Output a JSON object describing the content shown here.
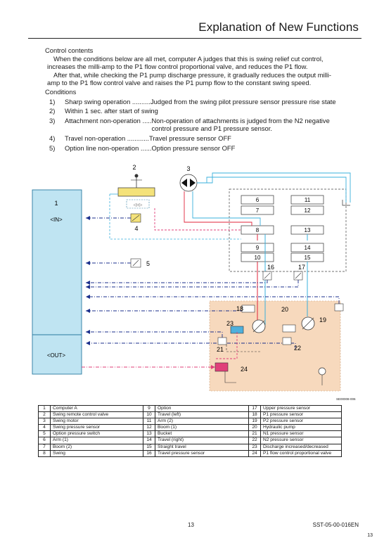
{
  "header": {
    "title": "Explanation of New Functions"
  },
  "control": {
    "heading": "Control contents",
    "para1_l1": "When the conditions below are all met, computer A judges that this is swing relief cut control,",
    "para1_l2": "increases the milli-amp to the P1 flow control proportional valve, and reduces the P1 flow.",
    "para2_l1": "After that, while checking the P1 pump discharge pressure, it gradually reduces the output milli-",
    "para2_l2": "amp to the P1 flow control valve and raises the P1 pump flow to the constant swing speed."
  },
  "conditions": {
    "heading": "Conditions",
    "items": [
      {
        "num": "1)",
        "name": "Sharp swing operation .......... ",
        "desc": "Judged from the swing pilot pressure sensor pressure rise state",
        "desc2": ""
      },
      {
        "num": "2)",
        "name": "Within 1 sec. after start of swing",
        "desc": "",
        "desc2": ""
      },
      {
        "num": "3)",
        "name": "Attachment non-operation ..... ",
        "desc": "Non-operation of attachments is judged from the N2 negative",
        "desc2": "control pressure and P1 pressure sensor."
      },
      {
        "num": "4)",
        "name": "Travel non-operation ............ ",
        "desc": "Travel pressure sensor OFF",
        "desc2": ""
      },
      {
        "num": "5)",
        "name": "Option line non-operation ...... ",
        "desc": "Option pressure sensor OFF",
        "desc2": ""
      }
    ]
  },
  "diagram": {
    "computer_num": "1",
    "in_label": "<IN>",
    "out_label": "<OUT>",
    "figure_code": "SE00008-006"
  },
  "legend": {
    "rows": [
      [
        "1",
        "Computer A",
        "9",
        "Option",
        "17",
        "Upper pressure sensor"
      ],
      [
        "2",
        "Swing remote control valve",
        "10",
        "Travel (left)",
        "18",
        "P1 pressure sensor"
      ],
      [
        "3",
        "Swing motor",
        "11",
        "Arm (2)",
        "19",
        "P2 pressure sensor"
      ],
      [
        "4",
        "Swing pressure sensor",
        "12",
        "Boom (1)",
        "20",
        "Hydraulic pump"
      ],
      [
        "5",
        "Option pressure switch",
        "13",
        "Bucket",
        "21",
        "N1 pressure sensor"
      ],
      [
        "6",
        "Arm (1)",
        "14",
        "Travel (right)",
        "22",
        "N2 pressure sensor"
      ],
      [
        "7",
        "Boom (2)",
        "15",
        "Straight travel",
        "23",
        "Discharge increased/decreased"
      ],
      [
        "8",
        "Swing",
        "16",
        "Travel pressure sensor",
        "24",
        "P1 flow control proportional valve"
      ]
    ]
  },
  "footer": {
    "page": "13",
    "code": "SST-05-00-016EN",
    "corner": "13"
  },
  "colors": {
    "computer_fill": "#bfe4f2",
    "pump_zone": "#f7d9bd",
    "red": "#e0233a",
    "blue": "#1b2f8c",
    "cyan": "#3ab0dc",
    "pink": "#e0407a"
  }
}
